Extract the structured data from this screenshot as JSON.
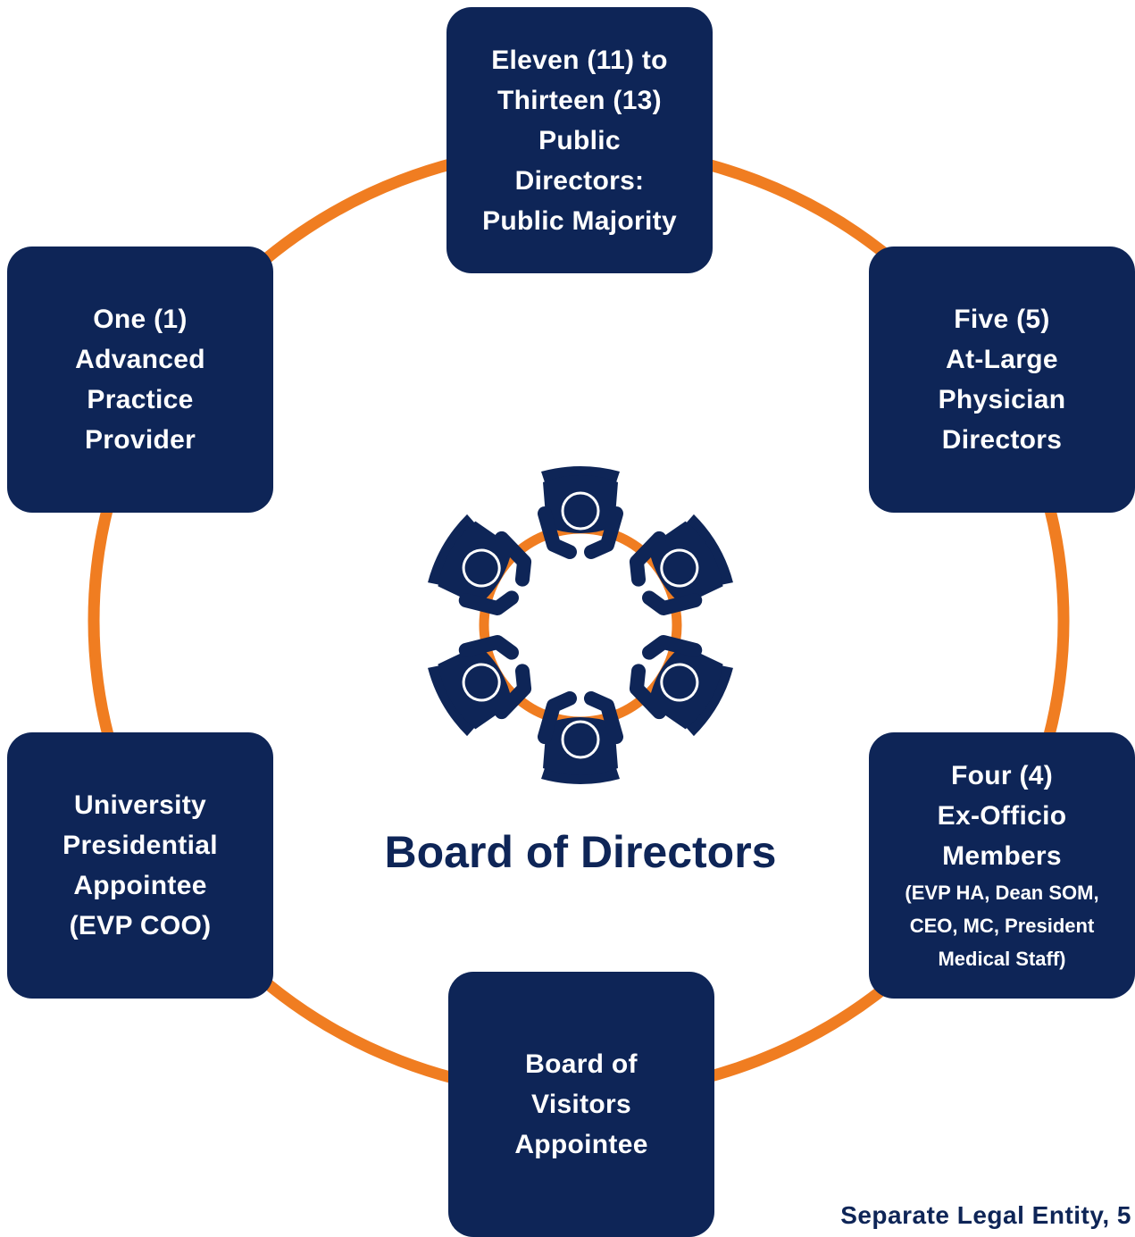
{
  "center_title": "Board of Directors",
  "footer": "Separate Legal Entity, 5",
  "colors": {
    "navy": "#0e2557",
    "orange": "#f07d21"
  },
  "icon": "people-around-table-icon",
  "cards": {
    "top": [
      "Eleven (11) to",
      "Thirteen (13)",
      "Public",
      "Directors:",
      "Public Majority"
    ],
    "right": [
      "Five (5)",
      "At-Large",
      "Physician",
      "Directors"
    ],
    "left": [
      "One (1)",
      "Advanced",
      "Practice",
      "Provider"
    ],
    "lower_left": [
      "University",
      "Presidential",
      "Appointee",
      "(EVP COO)"
    ],
    "lower_right": [
      "Four (4)",
      "Ex-Officio",
      "Members"
    ],
    "lower_right_detail": [
      "(EVP HA, Dean SOM,",
      "CEO, MC, President",
      "Medical Staff)"
    ],
    "bottom": [
      "Board of",
      "Visitors",
      "Appointee"
    ]
  }
}
